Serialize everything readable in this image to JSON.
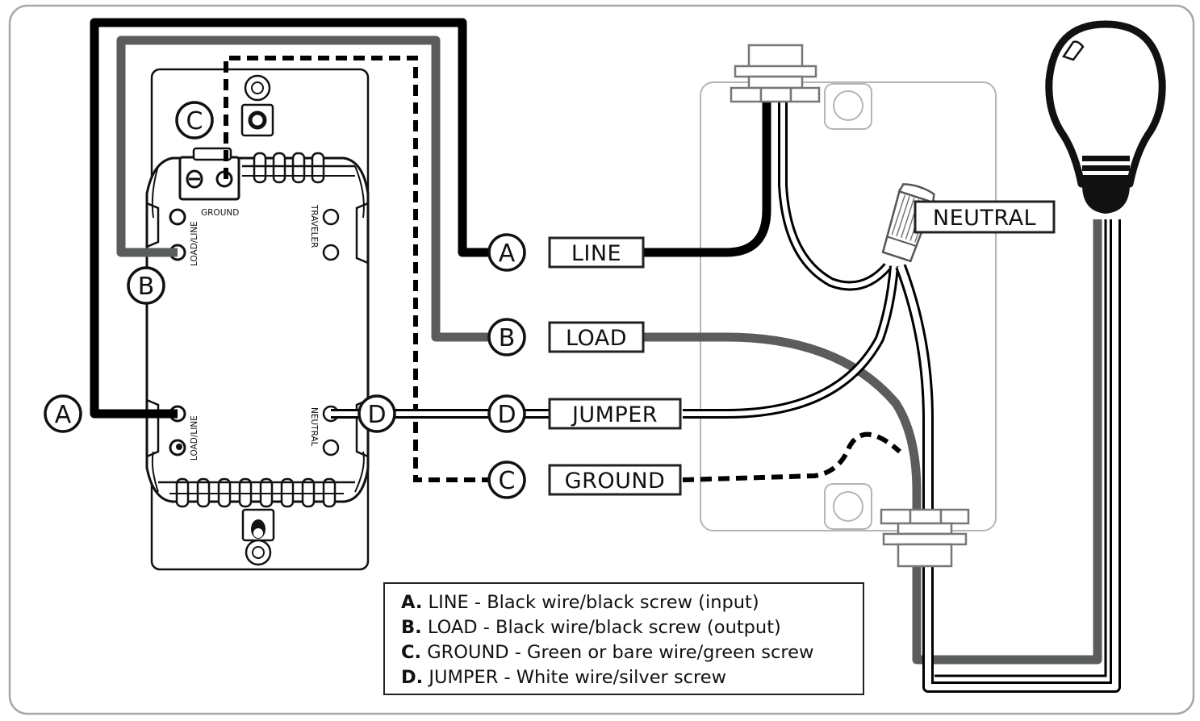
{
  "diagram": {
    "title": "Single-pole smart switch wiring diagram",
    "colors": {
      "line_wire": "#000000",
      "load_wire": "#5a5c5d",
      "ground_wire": "#000000",
      "neutral_wire": "#ffffff",
      "box_outline": "#b3b3b3",
      "frame": "#a8a8a8"
    },
    "switch": {
      "terminals": {
        "ground": "GROUND",
        "load_line_top": "LOAD/LINE",
        "traveler": "TRAVELER",
        "load_line_bottom": "LOAD/LINE",
        "neutral": "NEUTRAL"
      },
      "markers": {
        "ground": "C",
        "load": "B",
        "line": "A",
        "jumper": "D"
      }
    },
    "wires": [
      {
        "letter": "A",
        "label": "LINE"
      },
      {
        "letter": "B",
        "label": "LOAD"
      },
      {
        "letter": "D",
        "label": "JUMPER"
      },
      {
        "letter": "C",
        "label": "GROUND"
      }
    ],
    "neutral_label": "NEUTRAL",
    "legend": [
      {
        "key": "A.",
        "text": "LINE - Black wire/black screw (input)"
      },
      {
        "key": "B.",
        "text": "LOAD - Black wire/black screw (output)"
      },
      {
        "key": "C.",
        "text": "GROUND - Green or bare wire/green screw"
      },
      {
        "key": "D.",
        "text": "JUMPER - White wire/silver screw"
      }
    ]
  }
}
